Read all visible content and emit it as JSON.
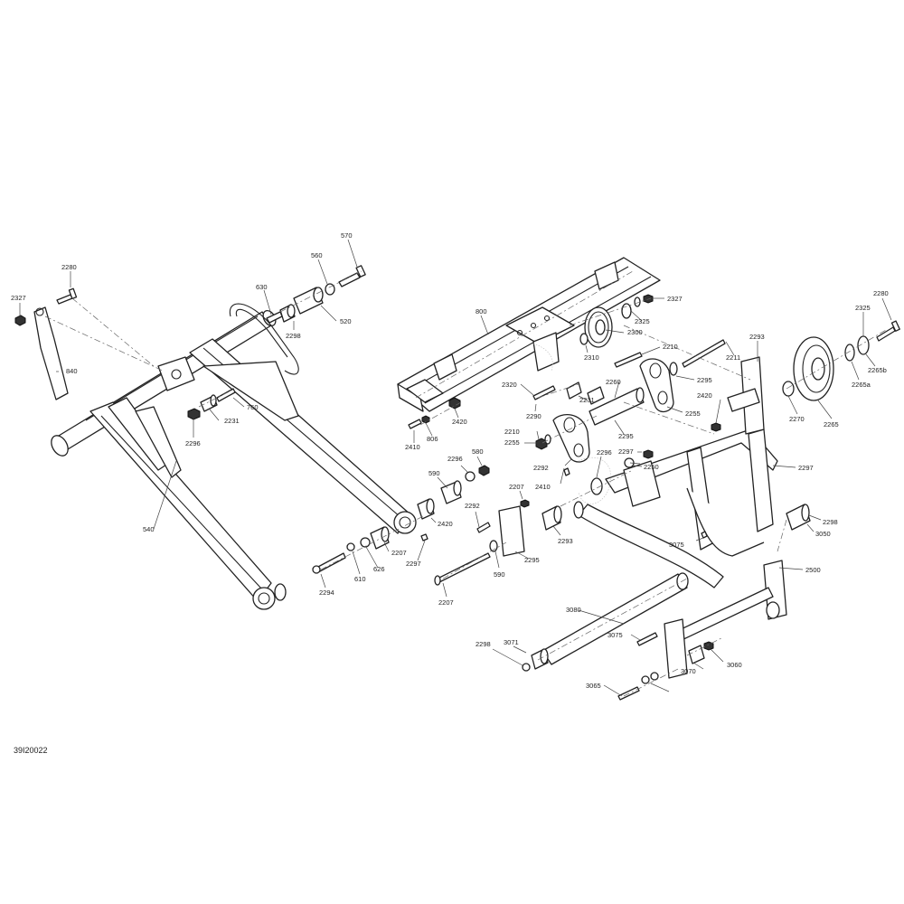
{
  "figure_ref": "39I20022",
  "callouts": [
    {
      "id": "2280a",
      "text": "2280"
    },
    {
      "id": "2327a",
      "text": "2327"
    },
    {
      "id": "840",
      "text": "840"
    },
    {
      "id": "570",
      "text": "570"
    },
    {
      "id": "560",
      "text": "560"
    },
    {
      "id": "630",
      "text": "630"
    },
    {
      "id": "520",
      "text": "520"
    },
    {
      "id": "2298a",
      "text": "2298"
    },
    {
      "id": "760",
      "text": "760"
    },
    {
      "id": "2231a",
      "text": "2231"
    },
    {
      "id": "2296a",
      "text": "2296"
    },
    {
      "id": "540",
      "text": "540"
    },
    {
      "id": "800",
      "text": "800"
    },
    {
      "id": "2327b",
      "text": "2327"
    },
    {
      "id": "2325a",
      "text": "2325"
    },
    {
      "id": "2300",
      "text": "2300"
    },
    {
      "id": "2310",
      "text": "2310"
    },
    {
      "id": "2210a",
      "text": "2210"
    },
    {
      "id": "2211",
      "text": "2211"
    },
    {
      "id": "2293a",
      "text": "2293"
    },
    {
      "id": "2280b",
      "text": "2280"
    },
    {
      "id": "2325b",
      "text": "2325"
    },
    {
      "id": "2265b",
      "text": "2265b"
    },
    {
      "id": "2265a",
      "text": "2265a"
    },
    {
      "id": "2265",
      "text": "2265"
    },
    {
      "id": "2270",
      "text": "2270"
    },
    {
      "id": "2420a",
      "text": "2420"
    },
    {
      "id": "2295a",
      "text": "2295"
    },
    {
      "id": "2255a",
      "text": "2255"
    },
    {
      "id": "2320",
      "text": "2320"
    },
    {
      "id": "2231b",
      "text": "2231"
    },
    {
      "id": "2290",
      "text": "2290"
    },
    {
      "id": "2420b",
      "text": "2420"
    },
    {
      "id": "2410a",
      "text": "2410"
    },
    {
      "id": "806",
      "text": "806"
    },
    {
      "id": "2260",
      "text": "2260"
    },
    {
      "id": "2295b",
      "text": "2295"
    },
    {
      "id": "2210b",
      "text": "2210"
    },
    {
      "id": "2255b",
      "text": "2255"
    },
    {
      "id": "2292a",
      "text": "2292"
    },
    {
      "id": "2296b",
      "text": "2296"
    },
    {
      "id": "2297a",
      "text": "2297"
    },
    {
      "id": "2250",
      "text": "2250"
    },
    {
      "id": "2297b",
      "text": "2297"
    },
    {
      "id": "2296c",
      "text": "2296"
    },
    {
      "id": "580",
      "text": "580"
    },
    {
      "id": "590",
      "text": "590"
    },
    {
      "id": "2420c",
      "text": "2420"
    },
    {
      "id": "2207a",
      "text": "2207"
    },
    {
      "id": "2410b",
      "text": "2410"
    },
    {
      "id": "2292b",
      "text": "2292"
    },
    {
      "id": "2293b",
      "text": "2293"
    },
    {
      "id": "2295c",
      "text": "2295"
    },
    {
      "id": "590b",
      "text": "590"
    },
    {
      "id": "2207b",
      "text": "2207"
    },
    {
      "id": "2297c",
      "text": "2297"
    },
    {
      "id": "626",
      "text": "626"
    },
    {
      "id": "610",
      "text": "610"
    },
    {
      "id": "2294",
      "text": "2294"
    },
    {
      "id": "2207c",
      "text": "2207"
    },
    {
      "id": "3075a",
      "text": "3075"
    },
    {
      "id": "2298b",
      "text": "2298"
    },
    {
      "id": "3050",
      "text": "3050"
    },
    {
      "id": "2500",
      "text": "2500"
    },
    {
      "id": "3080",
      "text": "3080"
    },
    {
      "id": "3075b",
      "text": "3075"
    },
    {
      "id": "2298c",
      "text": "2298"
    },
    {
      "id": "3071",
      "text": "3071"
    },
    {
      "id": "3060",
      "text": "3060"
    },
    {
      "id": "3070",
      "text": "3070"
    },
    {
      "id": "3065",
      "text": "3065"
    }
  ]
}
